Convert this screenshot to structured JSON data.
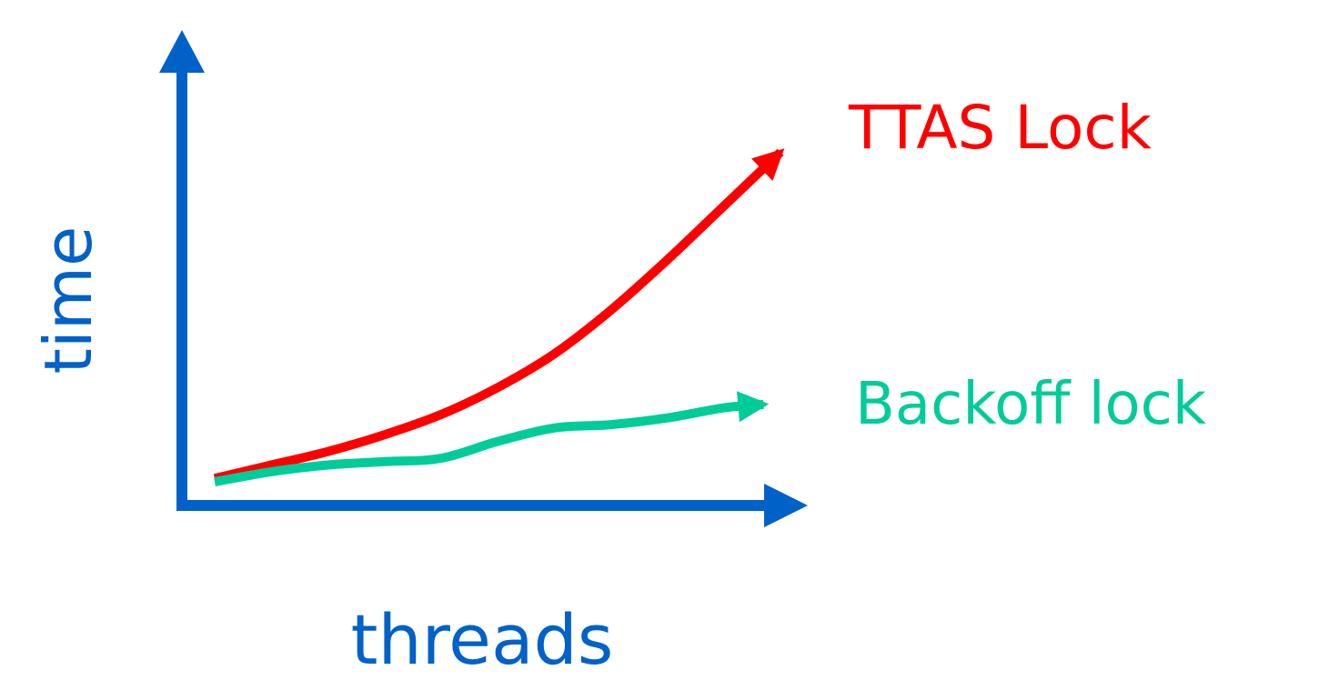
{
  "chart_data": {
    "type": "line",
    "xlabel": "threads",
    "ylabel": "time",
    "grid": false,
    "legend": "right, at line ends",
    "colors": {
      "axis": "#0061c9",
      "ttas": "#ff0000",
      "backoff": "#00cc99"
    },
    "series": [
      {
        "name": "TTAS Lock",
        "x": [
          0.0,
          0.1,
          0.2,
          0.3,
          0.4,
          0.5,
          0.6,
          0.7,
          0.8,
          0.9,
          1.0
        ],
        "y": [
          0.01,
          0.05,
          0.09,
          0.14,
          0.2,
          0.28,
          0.38,
          0.51,
          0.66,
          0.82,
          0.98
        ]
      },
      {
        "name": "Backoff lock",
        "x": [
          0.0,
          0.1,
          0.2,
          0.3,
          0.4,
          0.5,
          0.6,
          0.7,
          0.8,
          0.9,
          0.97
        ],
        "y": [
          0.0,
          0.03,
          0.05,
          0.06,
          0.07,
          0.12,
          0.16,
          0.17,
          0.19,
          0.22,
          0.23
        ]
      }
    ]
  }
}
